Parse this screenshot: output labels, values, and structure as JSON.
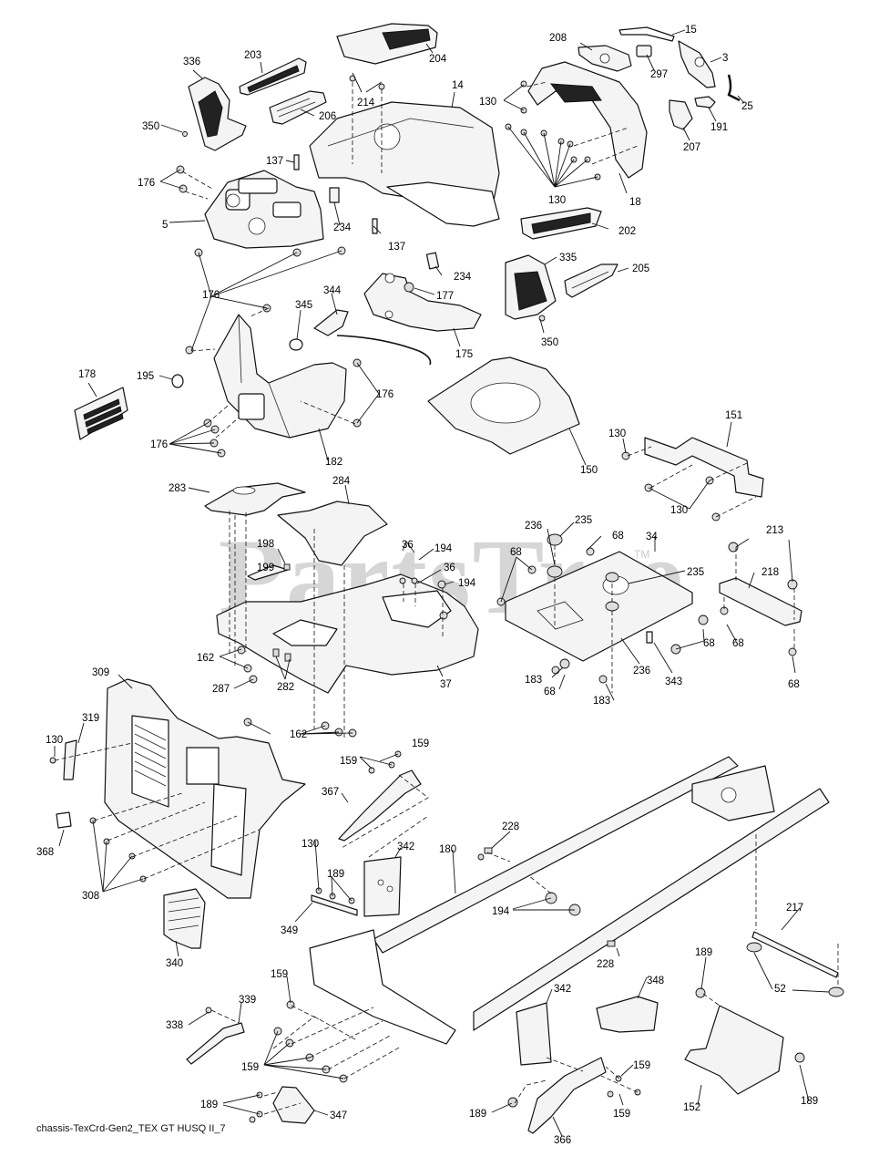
{
  "diagram": {
    "title": "chassis-TexCrd-Gen2_TEX GT HUSQ II_7",
    "watermark": "PartsTree",
    "watermark_tm": "TM",
    "callouts": [
      {
        "id": "c336",
        "label": "336"
      },
      {
        "id": "c203",
        "label": "203"
      },
      {
        "id": "c204",
        "label": "204"
      },
      {
        "id": "c214",
        "label": "214"
      },
      {
        "id": "c206",
        "label": "206"
      },
      {
        "id": "c350a",
        "label": "350"
      },
      {
        "id": "c14",
        "label": "14"
      },
      {
        "id": "c208",
        "label": "208"
      },
      {
        "id": "c15",
        "label": "15"
      },
      {
        "id": "c3",
        "label": "3"
      },
      {
        "id": "c297",
        "label": "297"
      },
      {
        "id": "c25",
        "label": "25"
      },
      {
        "id": "c191",
        "label": "191"
      },
      {
        "id": "c207",
        "label": "207"
      },
      {
        "id": "c130a",
        "label": "130"
      },
      {
        "id": "c130b",
        "label": "130"
      },
      {
        "id": "c18",
        "label": "18"
      },
      {
        "id": "c137a",
        "label": "137"
      },
      {
        "id": "c137b",
        "label": "137"
      },
      {
        "id": "c176a",
        "label": "176"
      },
      {
        "id": "c5",
        "label": "5"
      },
      {
        "id": "c234a",
        "label": "234"
      },
      {
        "id": "c234b",
        "label": "234"
      },
      {
        "id": "c202",
        "label": "202"
      },
      {
        "id": "c335",
        "label": "335"
      },
      {
        "id": "c205",
        "label": "205"
      },
      {
        "id": "c177",
        "label": "177"
      },
      {
        "id": "c176b",
        "label": "176"
      },
      {
        "id": "c345",
        "label": "345"
      },
      {
        "id": "c344",
        "label": "344"
      },
      {
        "id": "c175",
        "label": "175"
      },
      {
        "id": "c350b",
        "label": "350"
      },
      {
        "id": "c178",
        "label": "178"
      },
      {
        "id": "c195",
        "label": "195"
      },
      {
        "id": "c176c",
        "label": "176"
      },
      {
        "id": "c176d",
        "label": "176"
      },
      {
        "id": "c182",
        "label": "182"
      },
      {
        "id": "c150",
        "label": "150"
      },
      {
        "id": "c151",
        "label": "151"
      },
      {
        "id": "c130c",
        "label": "130"
      },
      {
        "id": "c130d",
        "label": "130"
      },
      {
        "id": "c283",
        "label": "283"
      },
      {
        "id": "c284",
        "label": "284"
      },
      {
        "id": "c198",
        "label": "198"
      },
      {
        "id": "c199",
        "label": "199"
      },
      {
        "id": "c36a",
        "label": "36"
      },
      {
        "id": "c194a",
        "label": "194"
      },
      {
        "id": "c36b",
        "label": "36"
      },
      {
        "id": "c194b",
        "label": "194"
      },
      {
        "id": "c236a",
        "label": "236"
      },
      {
        "id": "c235a",
        "label": "235"
      },
      {
        "id": "c68a",
        "label": "68"
      },
      {
        "id": "c34",
        "label": "34"
      },
      {
        "id": "c68b",
        "label": "68"
      },
      {
        "id": "c235b",
        "label": "235"
      },
      {
        "id": "c213",
        "label": "213"
      },
      {
        "id": "c218",
        "label": "218"
      },
      {
        "id": "c68c",
        "label": "68"
      },
      {
        "id": "c68d",
        "label": "68"
      },
      {
        "id": "c68e",
        "label": "68"
      },
      {
        "id": "c162a",
        "label": "162"
      },
      {
        "id": "c287",
        "label": "287"
      },
      {
        "id": "c282",
        "label": "282"
      },
      {
        "id": "c37",
        "label": "37"
      },
      {
        "id": "c183a",
        "label": "183"
      },
      {
        "id": "c68f",
        "label": "68"
      },
      {
        "id": "c183b",
        "label": "183"
      },
      {
        "id": "c236b",
        "label": "236"
      },
      {
        "id": "c343",
        "label": "343"
      },
      {
        "id": "c162b",
        "label": "162"
      },
      {
        "id": "c309",
        "label": "309"
      },
      {
        "id": "c319",
        "label": "319"
      },
      {
        "id": "c130e",
        "label": "130"
      },
      {
        "id": "c159a",
        "label": "159"
      },
      {
        "id": "c159b",
        "label": "159"
      },
      {
        "id": "c367",
        "label": "367"
      },
      {
        "id": "c368",
        "label": "368"
      },
      {
        "id": "c308",
        "label": "308"
      },
      {
        "id": "c228a",
        "label": "228"
      },
      {
        "id": "c180",
        "label": "180"
      },
      {
        "id": "c342a",
        "label": "342"
      },
      {
        "id": "c130f",
        "label": "130"
      },
      {
        "id": "c189a",
        "label": "189"
      },
      {
        "id": "c349",
        "label": "349"
      },
      {
        "id": "c194c",
        "label": "194"
      },
      {
        "id": "c217",
        "label": "217"
      },
      {
        "id": "c340",
        "label": "340"
      },
      {
        "id": "c228b",
        "label": "228"
      },
      {
        "id": "c52",
        "label": "52"
      },
      {
        "id": "c159c",
        "label": "159"
      },
      {
        "id": "c189b",
        "label": "189"
      },
      {
        "id": "c348",
        "label": "348"
      },
      {
        "id": "c342b",
        "label": "342"
      },
      {
        "id": "c338",
        "label": "338"
      },
      {
        "id": "c339",
        "label": "339"
      },
      {
        "id": "c159d",
        "label": "159"
      },
      {
        "id": "c159e",
        "label": "159"
      },
      {
        "id": "c189c",
        "label": "189"
      },
      {
        "id": "c347",
        "label": "347"
      },
      {
        "id": "c189d",
        "label": "189"
      },
      {
        "id": "c159f",
        "label": "159"
      },
      {
        "id": "c152",
        "label": "152"
      },
      {
        "id": "c189e",
        "label": "189"
      },
      {
        "id": "c366",
        "label": "366"
      }
    ]
  }
}
